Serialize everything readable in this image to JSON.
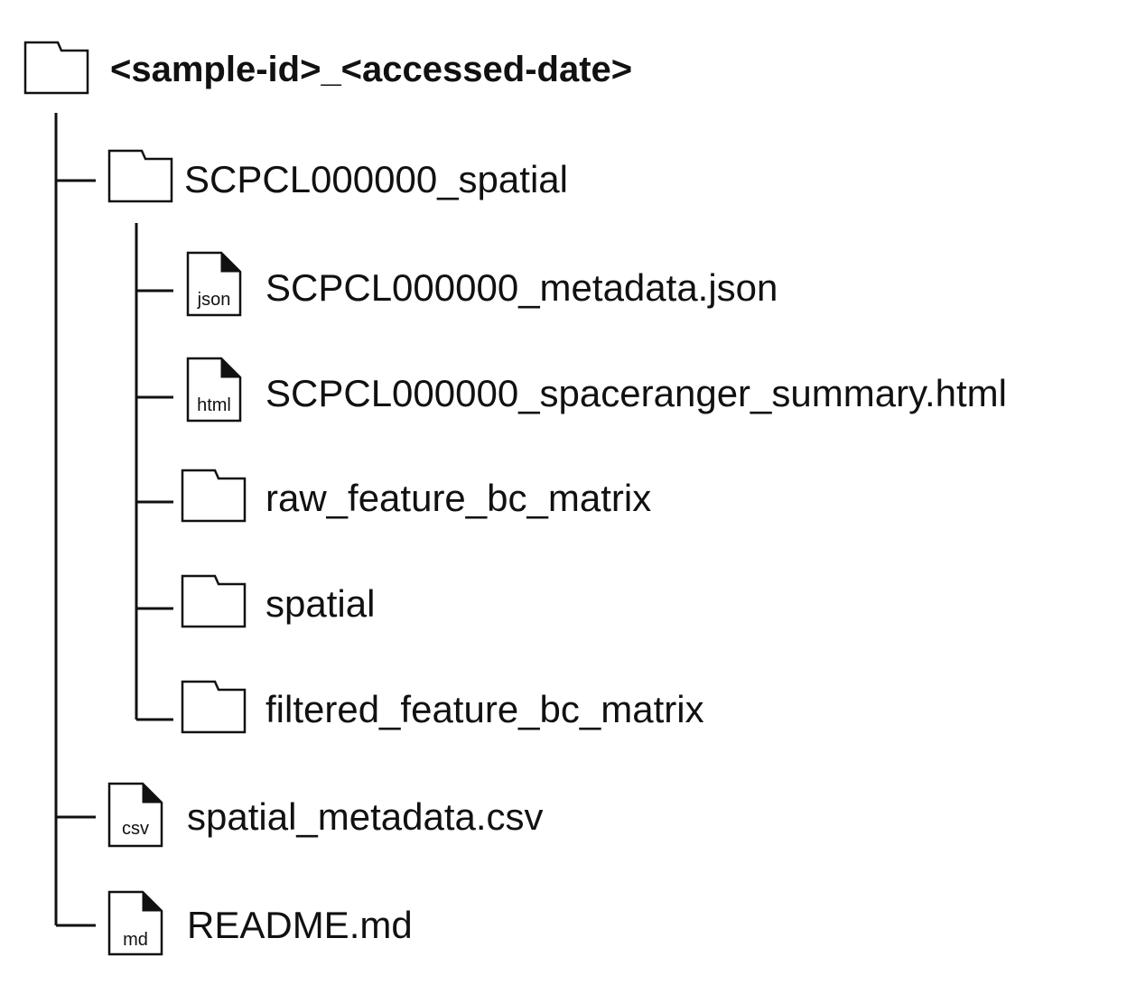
{
  "tree": {
    "root": {
      "label": "<sample-id>_<accessed-date>",
      "icon": "folder-icon"
    },
    "children": [
      {
        "label": "SCPCL000000_spatial",
        "icon": "folder-icon"
      },
      {
        "label": "SCPCL000000_metadata.json",
        "icon": "file-icon",
        "ext": "json"
      },
      {
        "label": "SCPCL000000_spaceranger_summary.html",
        "icon": "file-icon",
        "ext": "html"
      },
      {
        "label": "raw_feature_bc_matrix",
        "icon": "folder-icon"
      },
      {
        "label": "spatial",
        "icon": "folder-icon"
      },
      {
        "label": "filtered_feature_bc_matrix",
        "icon": "folder-icon"
      },
      {
        "label": "spatial_metadata.csv",
        "icon": "file-icon",
        "ext": "csv"
      },
      {
        "label": "README.md",
        "icon": "file-icon",
        "ext": "md"
      }
    ]
  }
}
